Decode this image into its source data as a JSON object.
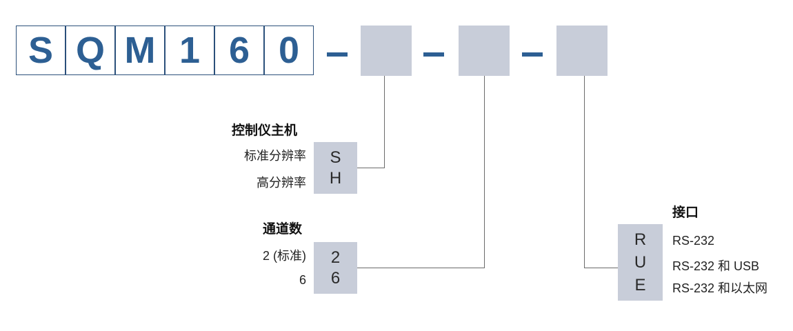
{
  "model_code": [
    "S",
    "Q",
    "M",
    "1",
    "6",
    "0"
  ],
  "groups": {
    "controller": {
      "title": "控制仪主机",
      "options": [
        {
          "label": "标准分辨率",
          "code": "S"
        },
        {
          "label": "高分辨率",
          "code": "H"
        }
      ]
    },
    "channels": {
      "title": "通道数",
      "options": [
        {
          "label": "2 (标准)",
          "code": "2"
        },
        {
          "label": "6",
          "code": "6"
        }
      ]
    },
    "interface": {
      "title": "接口",
      "options": [
        {
          "label": "RS-232",
          "code": "R"
        },
        {
          "label": "RS-232 和 USB",
          "code": "U"
        },
        {
          "label": "RS-232 和以太网",
          "code": "E"
        }
      ]
    }
  },
  "colors": {
    "code_text": "#2d5f93",
    "code_border": "#2a4f7a",
    "slot_fill": "#c8cdd9",
    "connector": "#6a6a6a"
  }
}
